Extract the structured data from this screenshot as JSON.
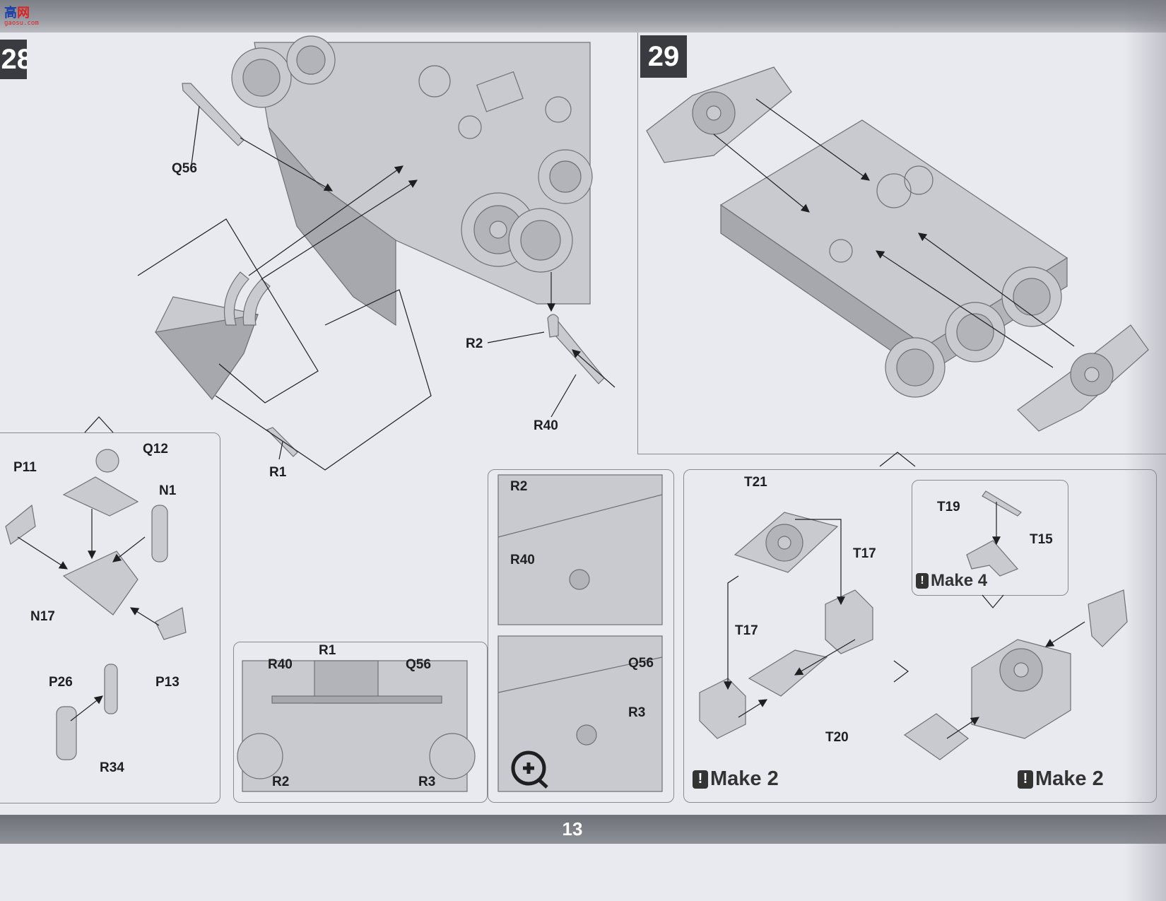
{
  "header": {
    "logo_text": "高",
    "logo_accent": "网",
    "logo_sub": "gaosu.com"
  },
  "page_number": "13",
  "steps": {
    "s28": {
      "number": "28"
    },
    "s29": {
      "number": "29"
    }
  },
  "labels": {
    "q56_main": "Q56",
    "r2_main": "R2",
    "r40_main": "R40",
    "r1_main": "R1",
    "q12": "Q12",
    "p11": "P11",
    "n1": "N1",
    "n17": "N17",
    "p13": "P13",
    "p26": "P26",
    "r34": "R34",
    "rear_r1": "R1",
    "rear_r40": "R40",
    "rear_q56": "Q56",
    "rear_r2": "R2",
    "rear_r3": "R3",
    "det1_r2": "R2",
    "det1_r40": "R40",
    "det2_q56": "Q56",
    "det2_r3": "R3",
    "t21": "T21",
    "t17a": "T17",
    "t17b": "T17",
    "t20": "T20",
    "t19": "T19",
    "t15": "T15"
  },
  "notes": {
    "make4": "Make 4",
    "make2_a": "Make 2",
    "make2_b": "Make 2",
    "warn_glyph": "!"
  },
  "icons": {
    "zoom": "zoom-in-icon",
    "warning": "warning-icon"
  },
  "colors": {
    "paper": "#e9eaf0",
    "badge": "#3a3b40",
    "ink": "#1f1f22",
    "part_fill": "#c9cacf",
    "part_dark": "#a7a8ae"
  }
}
